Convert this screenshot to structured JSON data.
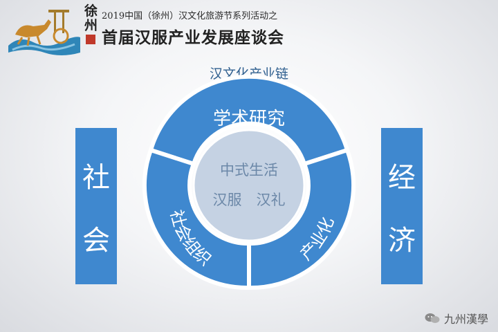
{
  "header": {
    "seal_chars": [
      "徐",
      "州"
    ],
    "subtitle": "2019中国（徐州）汉文化旅游节系列活动之",
    "title": "首届汉服产业发展座谈会"
  },
  "diagram": {
    "title": "汉文化产业链",
    "segments": {
      "top": "学术研究",
      "left": "社会组织",
      "right": "产业化"
    },
    "center": {
      "line1": "中式生活",
      "line2": "汉服　汉礼"
    },
    "left_box": [
      "社",
      "会"
    ],
    "right_box": [
      "经",
      "济"
    ],
    "colors": {
      "blue": "#3f88cf",
      "inner": "#c5d2e3",
      "inner_text": "#6c88a8",
      "title": "#2f5f8f"
    }
  },
  "watermark": {
    "text": "九州漢學",
    "icon": "wechat-icon"
  }
}
